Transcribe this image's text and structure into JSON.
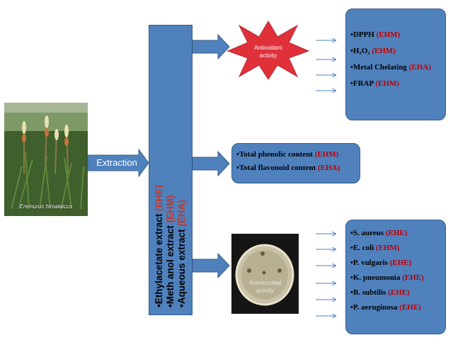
{
  "plant_photo": {
    "caption": "Eremurus himalaicus"
  },
  "extraction": {
    "label": "Extraction"
  },
  "extracts": [
    {
      "name": "Ethylacetate extract ",
      "code": "(EHE)"
    },
    {
      "name": "Meth anol extract ",
      "code": "(EHM)"
    },
    {
      "name": "Aqueous extract ",
      "code": "(EHA)"
    }
  ],
  "antioxidant": {
    "label_line1": "Antioxidant",
    "label_line2": "activity",
    "items": [
      {
        "name": "DPPH ",
        "code": "(EHM)"
      },
      {
        "name": "H₂O₂ ",
        "code": "(EHM)"
      },
      {
        "name": "Metal Chelating ",
        "code": "(EHA)"
      },
      {
        "name": "FRAP ",
        "code": "(EHM)"
      }
    ]
  },
  "content": {
    "items": [
      {
        "name": "Total phenolic content ",
        "code": "(EHM)"
      },
      {
        "name": "Total flavonoid content ",
        "code": "(EHA)"
      }
    ]
  },
  "antimicrobial": {
    "label_line1": "Antimicrobial",
    "label_line2": "activity",
    "items": [
      {
        "name": "S. aureus ",
        "code": "(EHE)"
      },
      {
        "name": "E. coli ",
        "code": "(EHM)"
      },
      {
        "name": "P. vulgaris ",
        "code": "(EHE)"
      },
      {
        "name": "K. pneumonia ",
        "code": "(EHE)"
      },
      {
        "name": "B. subtilis ",
        "code": "(EHE)"
      },
      {
        "name": "P. aeruginosa ",
        "code": "(EHE)"
      }
    ]
  },
  "colors": {
    "box_fill": "#4f81bd",
    "box_border": "#385d8a",
    "code_red": "#c00000",
    "star_red": "#e0303a"
  }
}
